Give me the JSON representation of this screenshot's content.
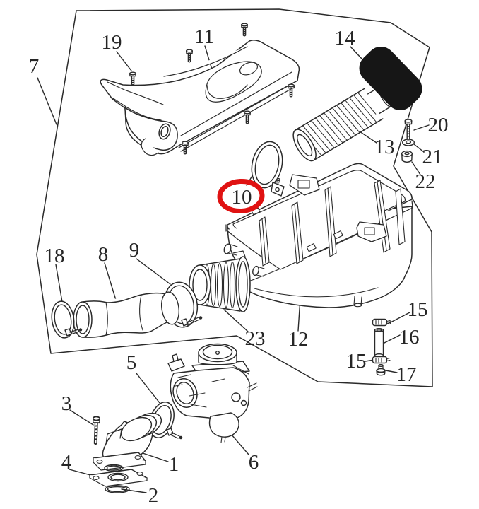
{
  "diagram": {
    "kind": "exploded-parts-line-drawing",
    "background_color": "#ffffff",
    "line_color": "#2a2a2a",
    "foam_fill_color": "#161616",
    "highlight": {
      "encircled_part_number": "10",
      "color": "#e01212",
      "shape": "ellipse"
    },
    "part_labels": [
      {
        "id": "label-7",
        "text": "7"
      },
      {
        "id": "label-19",
        "text": "19"
      },
      {
        "id": "label-11",
        "text": "11"
      },
      {
        "id": "label-14",
        "text": "14"
      },
      {
        "id": "label-20",
        "text": "20"
      },
      {
        "id": "label-21",
        "text": "21"
      },
      {
        "id": "label-22",
        "text": "22"
      },
      {
        "id": "label-13",
        "text": "13"
      },
      {
        "id": "label-10",
        "text": "10"
      },
      {
        "id": "label-12",
        "text": "12"
      },
      {
        "id": "label-23",
        "text": "23"
      },
      {
        "id": "label-18",
        "text": "18"
      },
      {
        "id": "label-8",
        "text": "8"
      },
      {
        "id": "label-9",
        "text": "9"
      },
      {
        "id": "label-15-upper",
        "text": "15"
      },
      {
        "id": "label-16",
        "text": "16"
      },
      {
        "id": "label-15-lower",
        "text": "15"
      },
      {
        "id": "label-17",
        "text": "17"
      },
      {
        "id": "label-5",
        "text": "5"
      },
      {
        "id": "label-3",
        "text": "3"
      },
      {
        "id": "label-4",
        "text": "4"
      },
      {
        "id": "label-1",
        "text": "1"
      },
      {
        "id": "label-2",
        "text": "2"
      },
      {
        "id": "label-6",
        "text": "6"
      }
    ]
  }
}
